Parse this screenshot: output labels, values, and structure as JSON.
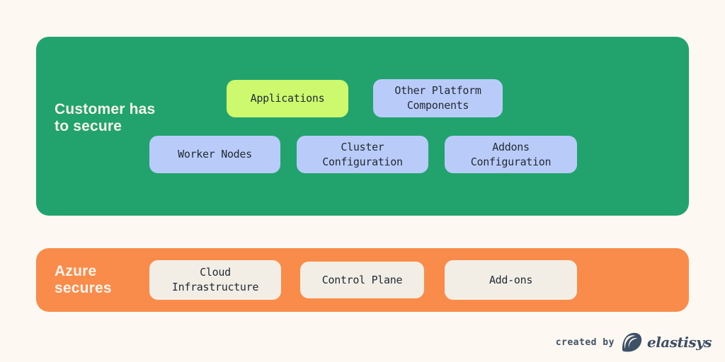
{
  "page": {
    "background_color": "#fdf8f1",
    "type": "shared-responsibility-diagram"
  },
  "sections": {
    "customer": {
      "label": "Customer has\nto secure",
      "panel_color": "#22a36e",
      "label_color": "#f8f4ec",
      "boxes": [
        {
          "label": "Applications",
          "variant": "highlight",
          "color": "#ccf96d"
        },
        {
          "label": "Other Platform\nComponents",
          "variant": "blue",
          "color": "#b9cbf8"
        },
        {
          "label": "Worker Nodes",
          "variant": "blue",
          "color": "#b9cbf8"
        },
        {
          "label": "Cluster\nConfiguration",
          "variant": "blue",
          "color": "#b9cbf8"
        },
        {
          "label": "Addons\nConfiguration",
          "variant": "blue",
          "color": "#b9cbf8"
        }
      ]
    },
    "azure": {
      "label": "Azure\nsecures",
      "panel_color": "#f98c4b",
      "label_color": "#f8f4ec",
      "boxes": [
        {
          "label": "Cloud\nInfrastructure",
          "variant": "cream",
          "color": "#f2eee6"
        },
        {
          "label": "Control Plane",
          "variant": "cream",
          "color": "#f2eee6"
        },
        {
          "label": "Add-ons",
          "variant": "cream",
          "color": "#f2eee6"
        }
      ]
    }
  },
  "footer": {
    "credit_text": "created by",
    "brand": "elastisys",
    "logo_icon": "elastisys-shell-icon",
    "text_color": "#3d5168"
  }
}
